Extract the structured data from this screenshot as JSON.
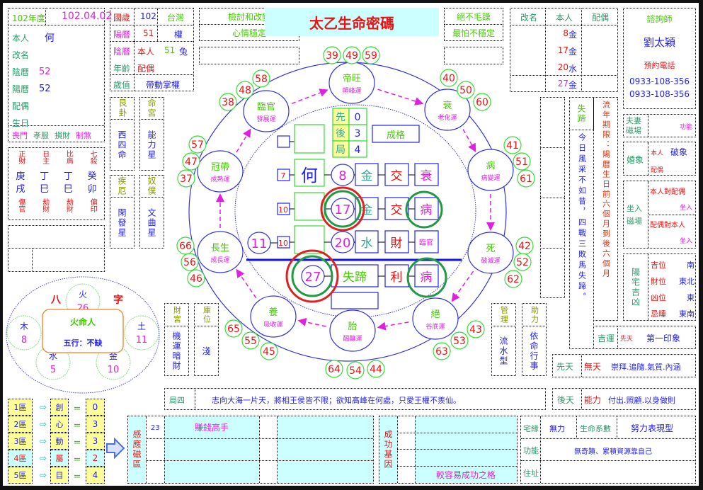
{
  "title": "太乙生命密碼",
  "profile": {
    "year_label": "102年度",
    "date": "102.04.02",
    "rows": [
      {
        "label": "本人",
        "value": "何"
      },
      {
        "label": "改名",
        "value": ""
      },
      {
        "label": "陰曆",
        "value": "52"
      },
      {
        "label": "陽曆",
        "value": "52"
      },
      {
        "label": "配偶",
        "value": ""
      },
      {
        "label": "生日",
        "value": ""
      }
    ],
    "omens": [
      "喪門",
      "孝服",
      "損財",
      "制煞"
    ]
  },
  "ganzhi": [
    {
      "top": "正財",
      "stem": "庚",
      "branch": "戌",
      "bottom": "傷官"
    },
    {
      "top": "日主",
      "stem": "丁",
      "branch": "巳",
      "bottom": "劫財"
    },
    {
      "top": "比肩",
      "stem": "丁",
      "branch": "巳",
      "bottom": "劫財"
    },
    {
      "top": "七殺",
      "stem": "癸",
      "branch": "卯",
      "bottom": "偏印"
    }
  ],
  "age_box": {
    "guo_sui": "國歲",
    "guo_sui_val": "102",
    "region": "台灣",
    "yang_li": "陽曆",
    "yang_li_val": "51",
    "quan": "權",
    "yin_li": "陰曆",
    "self_label": "本人",
    "self_age": "51",
    "zodiac": "兔",
    "age": "年齡",
    "spouse_label": "配偶",
    "sui_zhi": "歲值",
    "sui_zhi_val": "帶動掌權"
  },
  "stars": {
    "gen_gua": "艮卦",
    "xi_si_ming": "西四命",
    "ming_gong": "命宮",
    "neng_li_xing": "能力星",
    "ji_e": "疾厄",
    "xian_fa_xing": "閑發星",
    "nu_pu": "奴僕",
    "wen_qu_xing": "文曲星"
  },
  "notes_left": [
    "檢討和改變",
    "心情穩定",
    ""
  ],
  "notes_right": [
    "絕不毛躁",
    "最怕不穩定",
    ""
  ],
  "name_table": {
    "headers": [
      "改名",
      "本人",
      "配偶"
    ],
    "self_rows": [
      {
        "num": "8",
        "el": "金"
      },
      {
        "num": "17",
        "el": "金"
      },
      {
        "num": "20",
        "el": "水"
      }
    ],
    "total": {
      "num": "27",
      "el": "金"
    }
  },
  "consultant": {
    "label": "諮詢師",
    "name": "劉太穎",
    "booking": "預約電話",
    "phones": [
      "0933-108-356",
      "0933-108-356"
    ]
  },
  "couple": {
    "label": "夫妻磁場",
    "value": "功能"
  },
  "marriage": {
    "label": "婚象",
    "self": "本人",
    "self_val": "破象",
    "spouse": "配偶"
  },
  "seat": {
    "label": "坐入磁場",
    "r1": "本人對配偶",
    "r1v": "坐入",
    "r2": "配偶對本人",
    "r2v": "坐入"
  },
  "house": {
    "label": "陽宅吉凶",
    "rows": [
      {
        "k": "吉位",
        "v": "南"
      },
      {
        "k": "財位",
        "v": "東北"
      },
      {
        "k": "凶位",
        "v": "東"
      },
      {
        "k": "忌睡",
        "v": "東南"
      }
    ]
  },
  "luck": {
    "label": "吉運",
    "tag": "先天",
    "value": "第一印象"
  },
  "shi_ti": {
    "label": "失蹄",
    "poem": "今日風采不如昔，四戰三敗馬失蹄。"
  },
  "liu_nian": "流年期限：陽曆生日前六個月到後六個月",
  "xian_tian": {
    "label": "先天",
    "tag": "無天",
    "value": "崇拜.追隨.氣質.內涵"
  },
  "hou_tian": {
    "label": "後天",
    "tag": "能力",
    "value": "付出.照顧.以身做則"
  },
  "ju": {
    "label": "局四",
    "text": "志向大海一片天，將相王侯皆不限；欲知高峰在何處，只愛王權不羨仙。"
  },
  "cai_gong": {
    "label": "財宮",
    "value": "機運暗財"
  },
  "ku_wei": {
    "label": "庫位",
    "value": "淺"
  },
  "guan_li": {
    "label": "管理",
    "value": "流水型"
  },
  "zhu_li": {
    "label": "助力",
    "value": "依命行事"
  },
  "cycle": {
    "nodes": [
      {
        "name": "帝旺",
        "sub": "顛峰運",
        "ages": [
          "39",
          "49",
          "59"
        ]
      },
      {
        "name": "衰",
        "sub": "老化運",
        "ages": [
          "40",
          "50",
          "60"
        ]
      },
      {
        "name": "病",
        "sub": "病變運",
        "ages": [
          "41",
          "51",
          "61"
        ]
      },
      {
        "name": "死",
        "sub": "破滅運",
        "ages": [
          "42",
          "52",
          "62"
        ]
      },
      {
        "name": "絕",
        "sub": "谷底運",
        "ages": [
          "43",
          "53",
          "63"
        ]
      },
      {
        "name": "胎",
        "sub": "醞釀運",
        "ages": [
          "64",
          "54",
          "44"
        ]
      },
      {
        "name": "養",
        "sub": "吸收運",
        "ages": [
          "65",
          "55",
          "45"
        ]
      },
      {
        "name": "長生",
        "sub": "成長運",
        "ages": [
          "66",
          "56",
          "46"
        ]
      },
      {
        "name": "冠帶",
        "sub": "成熟運",
        "ages": [
          "57",
          "47",
          "37"
        ]
      },
      {
        "name": "臨官",
        "sub": "發展運",
        "ages": [
          "58",
          "48",
          "38"
        ]
      }
    ],
    "xian": "先",
    "xian_v": "0",
    "hou": "後",
    "hou_v": "3",
    "ju": "局",
    "ju_v": "4",
    "cheng_ge": "成格",
    "surname": "何",
    "small_nums": [
      "7",
      "10",
      "10"
    ],
    "eleven": "11",
    "rows": [
      {
        "num": "8",
        "el": "金",
        "rel": "交",
        "state": "衰"
      },
      {
        "num": "17",
        "el": "金",
        "rel": "交",
        "state": "病"
      },
      {
        "num": "20",
        "el": "水",
        "rel": "財",
        "state": "臨官"
      }
    ],
    "total": {
      "num": "27",
      "name": "失蹄",
      "rel": "利",
      "state": "病"
    }
  },
  "bazi": {
    "ba": "八",
    "zi": "字",
    "type": "火命人",
    "summary": "五行：不缺",
    "elements": [
      {
        "el": "火",
        "v": "26"
      },
      {
        "el": "木",
        "v": "8"
      },
      {
        "el": "土",
        "v": "11"
      },
      {
        "el": "水",
        "v": "5"
      },
      {
        "el": "金",
        "v": "10"
      }
    ]
  },
  "zones": [
    {
      "zone": "1區",
      "char": "創",
      "v": "0"
    },
    {
      "zone": "2區",
      "char": "心",
      "v": "3"
    },
    {
      "zone": "3區",
      "char": "動",
      "v": "3"
    },
    {
      "zone": "4區",
      "char": "屬",
      "v": "2"
    },
    {
      "zone": "5區",
      "char": "目",
      "v": "4"
    }
  ],
  "eq": "=",
  "induction": {
    "label": "感應磁區",
    "num": "23",
    "value": "賺錢高手"
  },
  "success": {
    "label": "成功基因",
    "value": "較容易成功之格"
  },
  "house_fate": {
    "label": "宅緣",
    "value": "無力",
    "coef_label": "生命系數",
    "coef": "努力表現型",
    "func_label": "功能",
    "func": "無奇蹟、累積資源靠自己",
    "addr_label": "住址",
    "addr": ""
  },
  "colors": {
    "red": "#ee1111",
    "blue": "#2222ee",
    "magenta": "#e020e0",
    "green": "#44cc00",
    "cyan": "#ccffff",
    "yellow": "#ffff99"
  }
}
